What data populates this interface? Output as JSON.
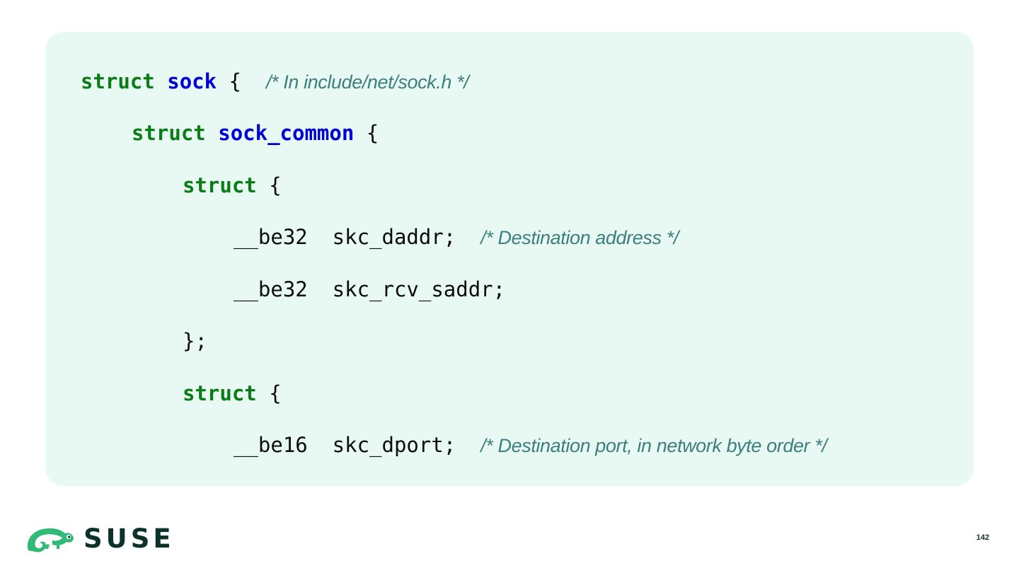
{
  "code": {
    "lines": [
      {
        "indent": "",
        "kw": "struct",
        "type": "sock",
        "punct": "{",
        "comment": "/* In include/net/sock.h */"
      },
      {
        "indent": "    ",
        "kw": "struct",
        "type": "sock_common",
        "punct": "{"
      },
      {
        "indent": "        ",
        "kw": "struct",
        "punct": "{"
      },
      {
        "indent": "            ",
        "text": "__be32  skc_daddr;",
        "comment": "/* Destination address */"
      },
      {
        "indent": "            ",
        "text": "__be32  skc_rcv_saddr;"
      },
      {
        "indent": "        ",
        "text": "};"
      },
      {
        "indent": "        ",
        "kw": "struct",
        "punct": "{"
      },
      {
        "indent": "            ",
        "text": "__be16  skc_dport;",
        "comment": "/* Destination port, in network byte order */"
      }
    ]
  },
  "footer": {
    "brand": "SUSE",
    "page_number": "142",
    "logo_icon": "suse-chameleon-icon",
    "brand_color": "#30ba78",
    "text_color": "#0c322c"
  },
  "colors": {
    "panel_background": "#e8f8f2",
    "keyword": "#0b7d16",
    "type_name": "#0000d8",
    "comment": "#3d7f7e"
  }
}
